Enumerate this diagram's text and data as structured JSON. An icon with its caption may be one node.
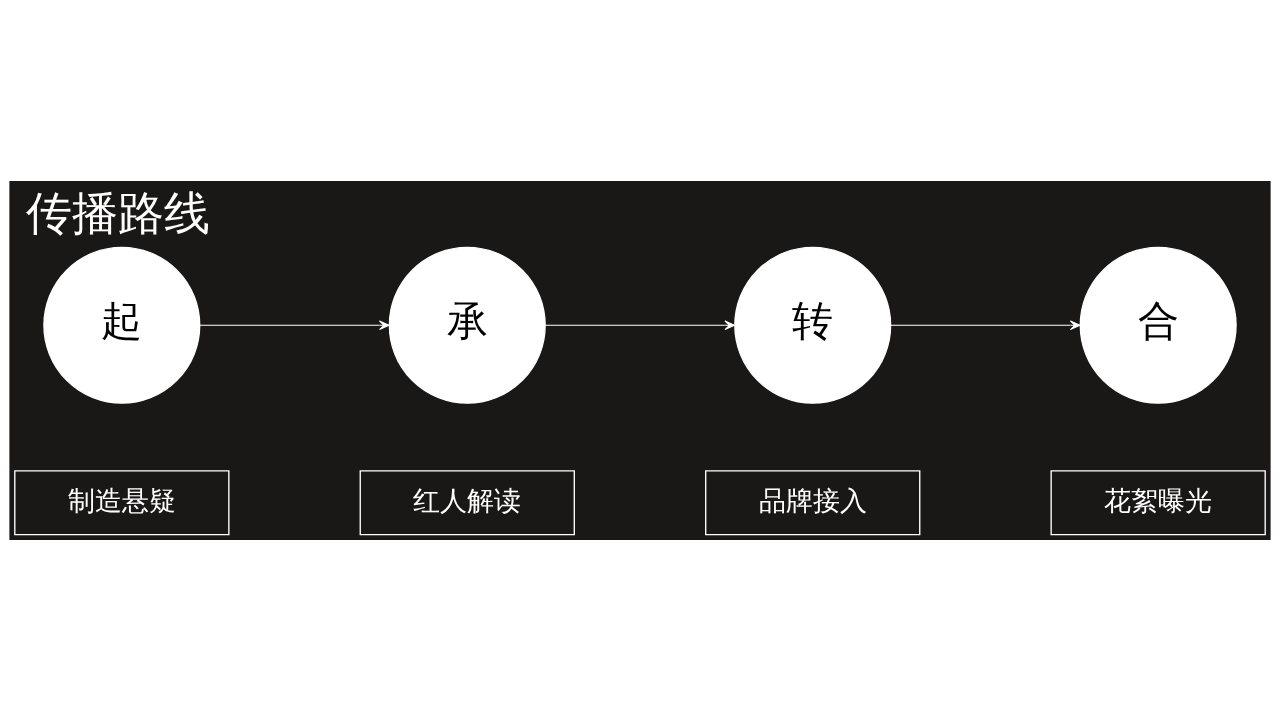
{
  "diagram": {
    "title": "传播路线",
    "nodes": [
      {
        "text": [
          "起"
        ]
      },
      {
        "text": [
          "承"
        ]
      },
      {
        "text": [
          "转"
        ]
      },
      {
        "text": [
          "合"
        ]
      },
      {
        "text": [
          "制造悬疑"
        ]
      },
      {
        "text": [
          "红人解读"
        ]
      },
      {
        "text": [
          "品牌接入"
        ]
      },
      {
        "text": [
          "花絮曝光"
        ]
      }
    ],
    "edges": [
      {
        "from": 0,
        "to": 1,
        "arrow": "to"
      },
      {
        "from": 1,
        "to": 2,
        "arrow": "to"
      },
      {
        "from": 2,
        "to": 3,
        "arrow": "to"
      }
    ]
  }
}
